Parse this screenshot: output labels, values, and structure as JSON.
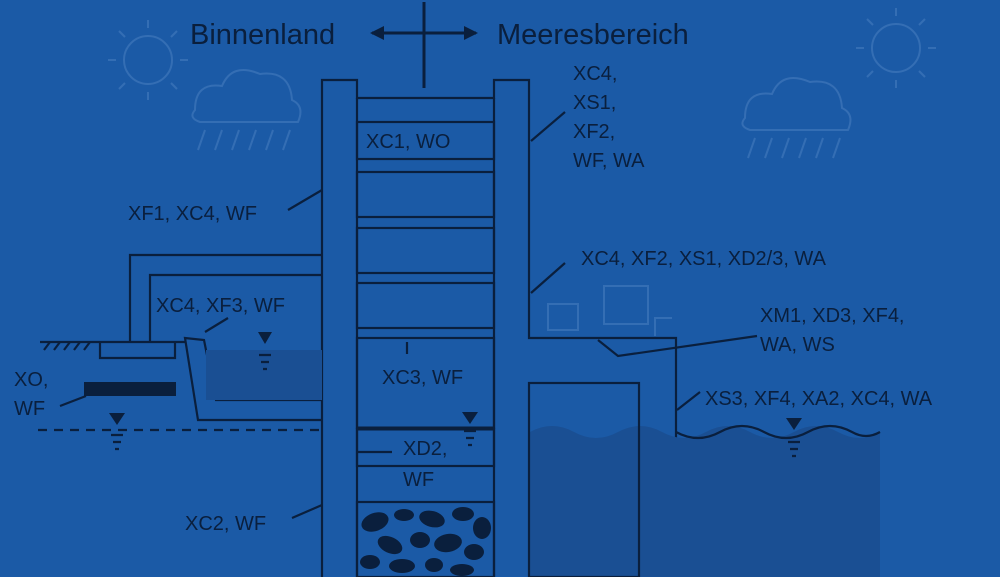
{
  "header": {
    "left_label": "Binnenland",
    "right_label": "Meeresbereich"
  },
  "labels": {
    "top_right": [
      "XC4,",
      "XS1,",
      "XF2,",
      "WF, WA"
    ],
    "chamber_top": "XC1, WO",
    "left_wall": "XF1, XC4, WF",
    "right_wall": "XC4, XF2, XS1, XD2/3, WA",
    "basin_wall": "XC4, XF3, WF",
    "deck": [
      "XM1, XD3, XF4,",
      "WA, WS"
    ],
    "foundation": [
      "XO,",
      "WF"
    ],
    "chamber_water": "XC3, WF",
    "sea_wall": "XS3, XF4, XA2, XC4, WA",
    "chamber_low": [
      "XD2,",
      "WF"
    ],
    "base": "XC2, WF"
  },
  "colors": {
    "background": "#1b5aa6",
    "line": "#0a1f3d",
    "water": "#1a4f93"
  },
  "icons": [
    "sun-icon",
    "rain-cloud-icon",
    "double-arrow-icon",
    "water-level-icon"
  ]
}
